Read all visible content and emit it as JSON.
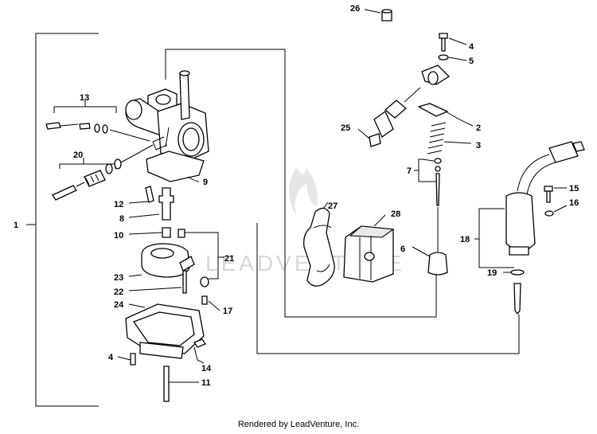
{
  "callouts": [
    "26",
    "4",
    "5",
    "13",
    "2",
    "25",
    "3",
    "20",
    "9",
    "7",
    "15",
    "16",
    "12",
    "27",
    "28",
    "8",
    "1",
    "10",
    "18",
    "21",
    "6",
    "23",
    "19",
    "22",
    "24",
    "17",
    "4",
    "14",
    "11"
  ],
  "watermark": "LEADVENTURE",
  "footer": "Rendered by LeadVenture, Inc."
}
